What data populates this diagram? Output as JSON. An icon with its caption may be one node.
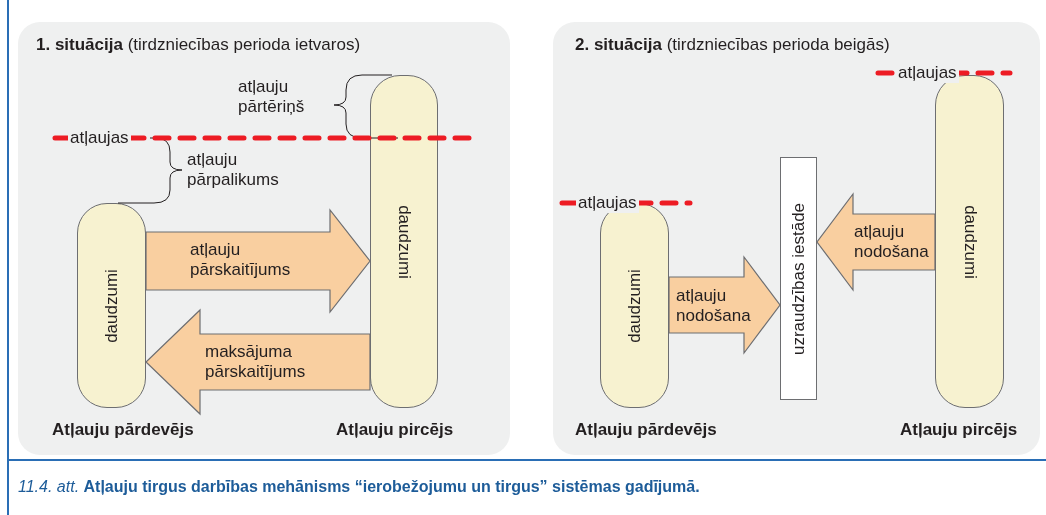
{
  "diagram": {
    "caption": "*11.4. att.* **Atļauju tirgus darbības mehānisms “ierobežojumu un tirgus” sistēmas gadījumā.**",
    "nodes": [
      {
        "text": [
          "**1. situācija** (tirdzniecības perioda ietvaros)"
        ]
      },
      {
        "text": [
          "daudzumi"
        ],
        "in": 0,
        "beside": [
          "Atļauju pārdevējs"
        ]
      },
      {
        "text": [
          "daudzumi"
        ],
        "in": 0,
        "beside": [
          "Atļauju pircējs"
        ]
      },
      {
        "text": [
          "**2. situācija** (tirdzniecības perioda beigās)"
        ]
      },
      {
        "text": [
          "daudzumi"
        ],
        "in": 3,
        "beside": [
          "Atļauju pārdevējs"
        ]
      },
      {
        "text": [
          "uzraudzības iestāde"
        ],
        "in": 3
      },
      {
        "text": [
          "daudzumi"
        ],
        "in": 3,
        "beside": [
          "Atļauju pircējs"
        ]
      }
    ],
    "edges": [
      {
        "from": 1,
        "to": 2,
        "arrow": "to",
        "label": "atļauju pārskaitījums"
      },
      {
        "from": 2,
        "to": 1,
        "arrow": "to",
        "label": "maksājuma pārskaitījums"
      },
      {
        "from": 4,
        "to": 5,
        "arrow": "to",
        "label": "atļauju nodošana"
      },
      {
        "from": 6,
        "to": 5,
        "arrow": "to",
        "label": "atļauju nodošana"
      }
    ],
    "labels": [
      "atļauju pārtēriņš",
      "atļaujas",
      "atļauju pārpalikums",
      "atļaujas",
      "atļaujas"
    ]
  }
}
